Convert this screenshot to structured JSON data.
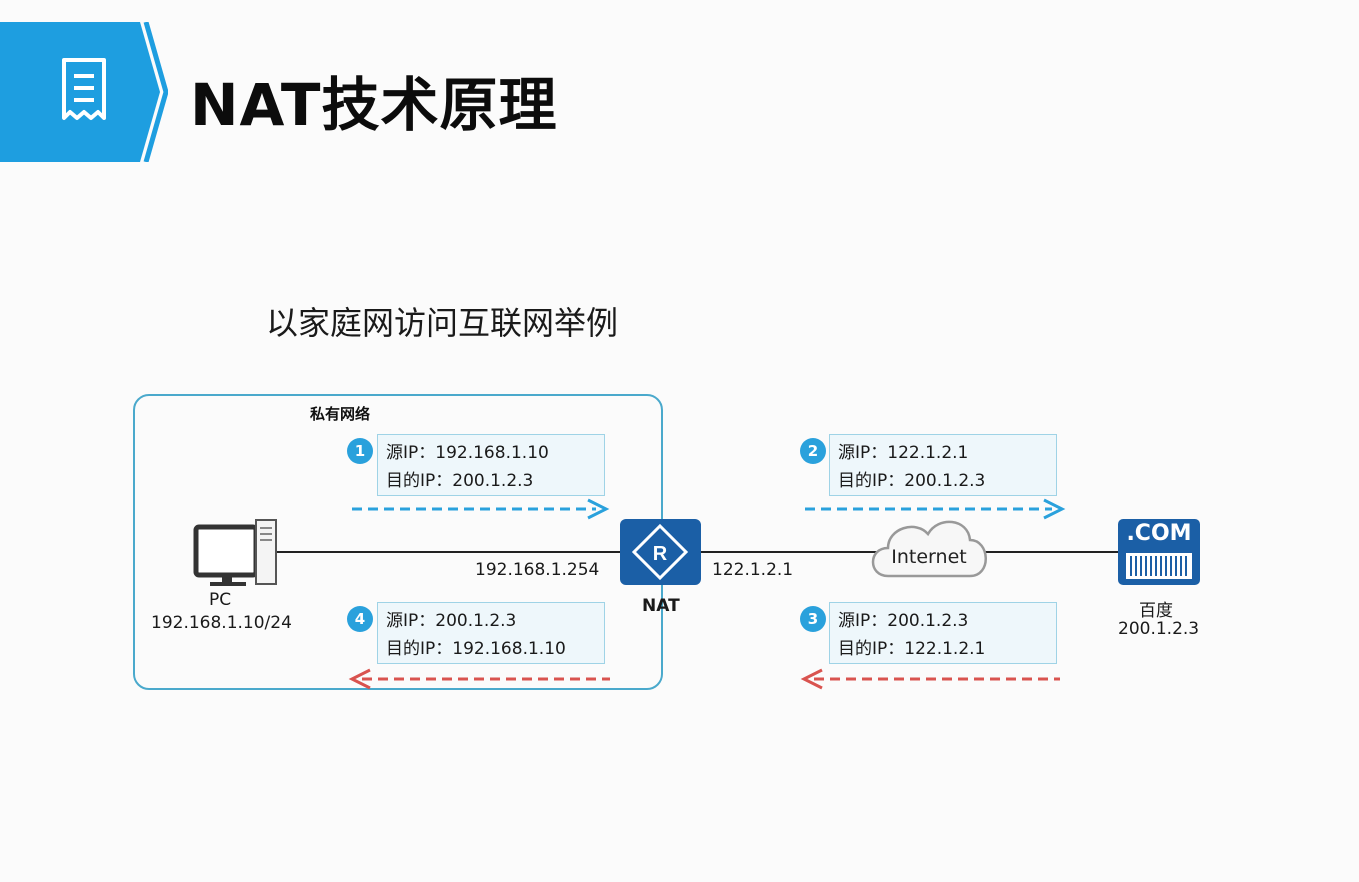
{
  "header": {
    "title": "NAT技术原理",
    "icon": "document-icon"
  },
  "subtitle": "以家庭网访问互联网举例",
  "private_network_label": "私有网络",
  "packets": [
    {
      "step": "1",
      "src": "源IP：192.168.1.10",
      "dst": "目的IP：200.1.2.3",
      "direction": "right",
      "color": "#2aa1dc"
    },
    {
      "step": "2",
      "src": "源IP：122.1.2.1",
      "dst": "目的IP：200.1.2.3",
      "direction": "right",
      "color": "#2aa1dc"
    },
    {
      "step": "3",
      "src": "源IP：200.1.2.3",
      "dst": "目的IP：122.1.2.1",
      "direction": "left",
      "color": "#d9534f"
    },
    {
      "step": "4",
      "src": "源IP：200.1.2.3",
      "dst": "目的IP：192.168.1.10",
      "direction": "left",
      "color": "#d9534f"
    }
  ],
  "pc": {
    "name": "PC",
    "ip": "192.168.1.10/24",
    "icon": "pc-icon"
  },
  "nat": {
    "name": "NAT",
    "inside_ip": "192.168.1.254",
    "outside_ip": "122.1.2.1",
    "icon": "router-icon"
  },
  "internet": {
    "label": "Internet",
    "icon": "cloud-icon"
  },
  "server": {
    "badge": ".COM",
    "name": "百度",
    "ip": "200.1.2.3",
    "icon": "server-icon"
  },
  "colors": {
    "accent": "#2aa1dc",
    "return": "#d9534f",
    "router": "#1b5fa6",
    "header": "#1e9ee0"
  }
}
